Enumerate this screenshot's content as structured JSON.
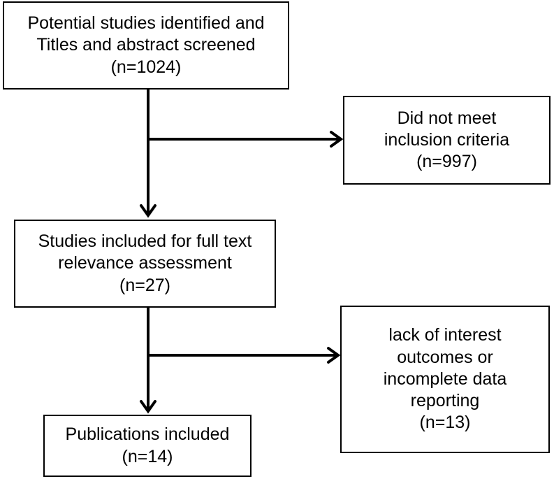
{
  "flowchart": {
    "boxes": {
      "identified": {
        "lines": [
          "Potential studies identified and",
          "Titles and abstract screened",
          "(n=1024)"
        ]
      },
      "excluded_screening": {
        "lines": [
          "Did not meet",
          "inclusion criteria",
          "(n=997)"
        ]
      },
      "full_text": {
        "lines": [
          "Studies included for full text",
          "relevance assessment",
          "(n=27)"
        ]
      },
      "excluded_full_text": {
        "lines": [
          "lack of interest",
          "outcomes or",
          "incomplete data",
          "reporting",
          "(n=13)"
        ]
      },
      "included": {
        "lines": [
          "Publications included",
          "(n=14)"
        ]
      }
    },
    "colors": {
      "stroke": "#000000",
      "background": "#ffffff",
      "text": "#000000"
    }
  }
}
